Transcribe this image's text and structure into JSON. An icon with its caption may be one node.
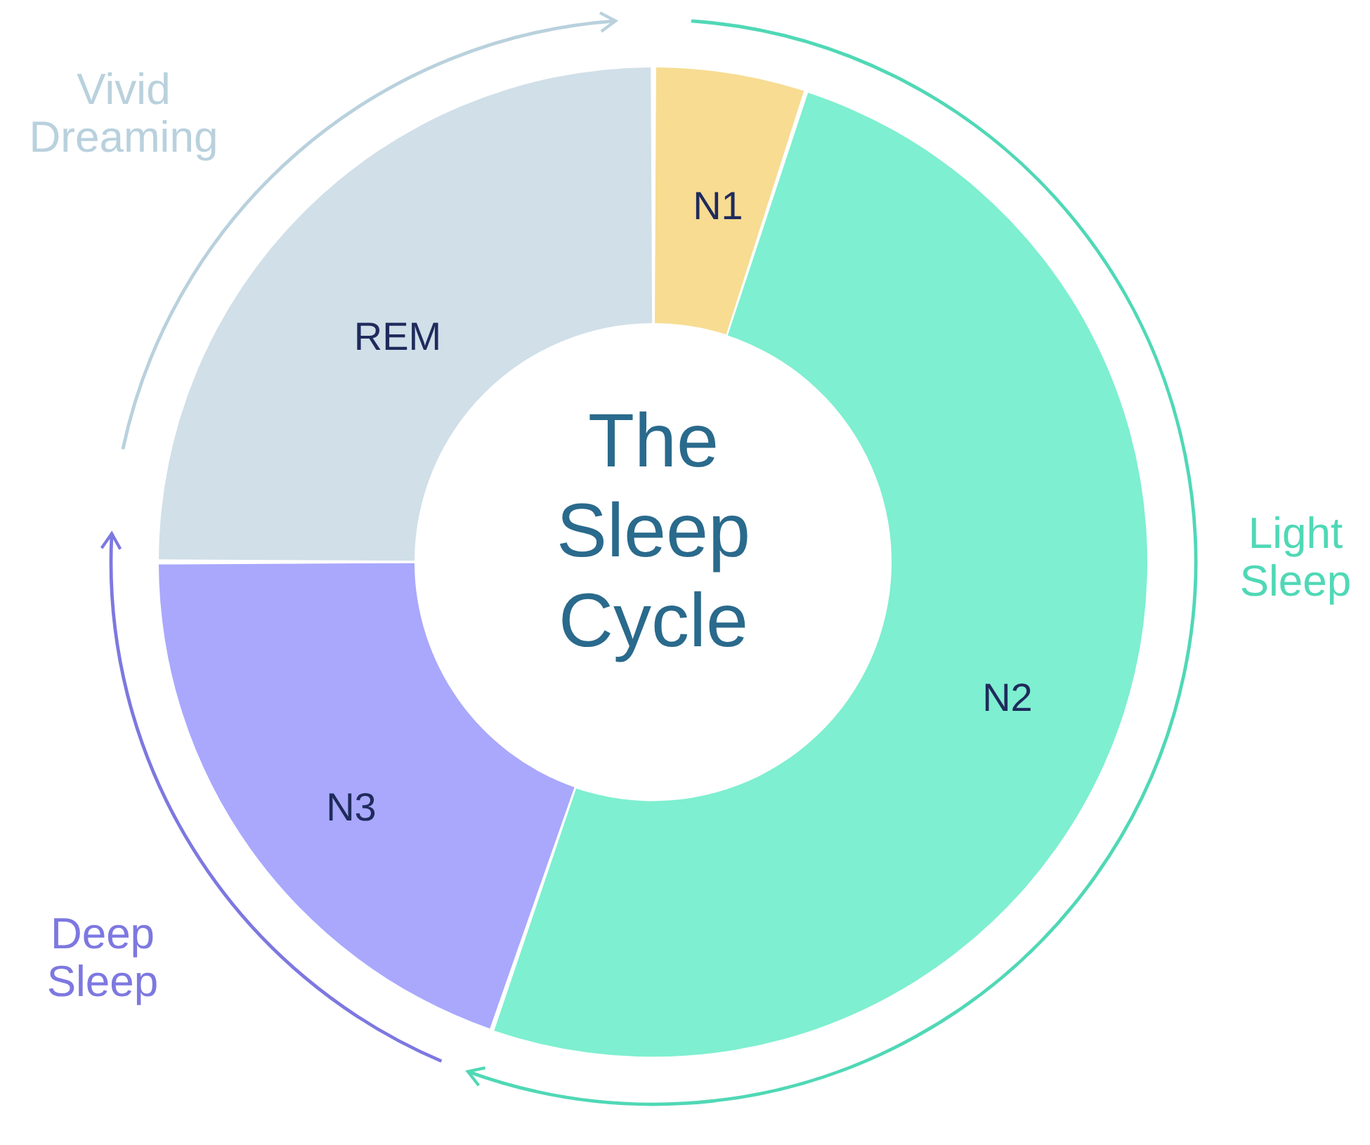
{
  "diagram": {
    "title": "The Sleep Cycle",
    "nodes": [
      {
        "text": [
          "N1"
        ]
      },
      {
        "text": [
          "N2"
        ]
      },
      {
        "text": [
          "N3"
        ]
      },
      {
        "text": [
          "REM"
        ]
      }
    ],
    "edges": [],
    "labels": [
      "Vivid Dreaming",
      "Light Sleep",
      "Deep Sleep"
    ]
  }
}
